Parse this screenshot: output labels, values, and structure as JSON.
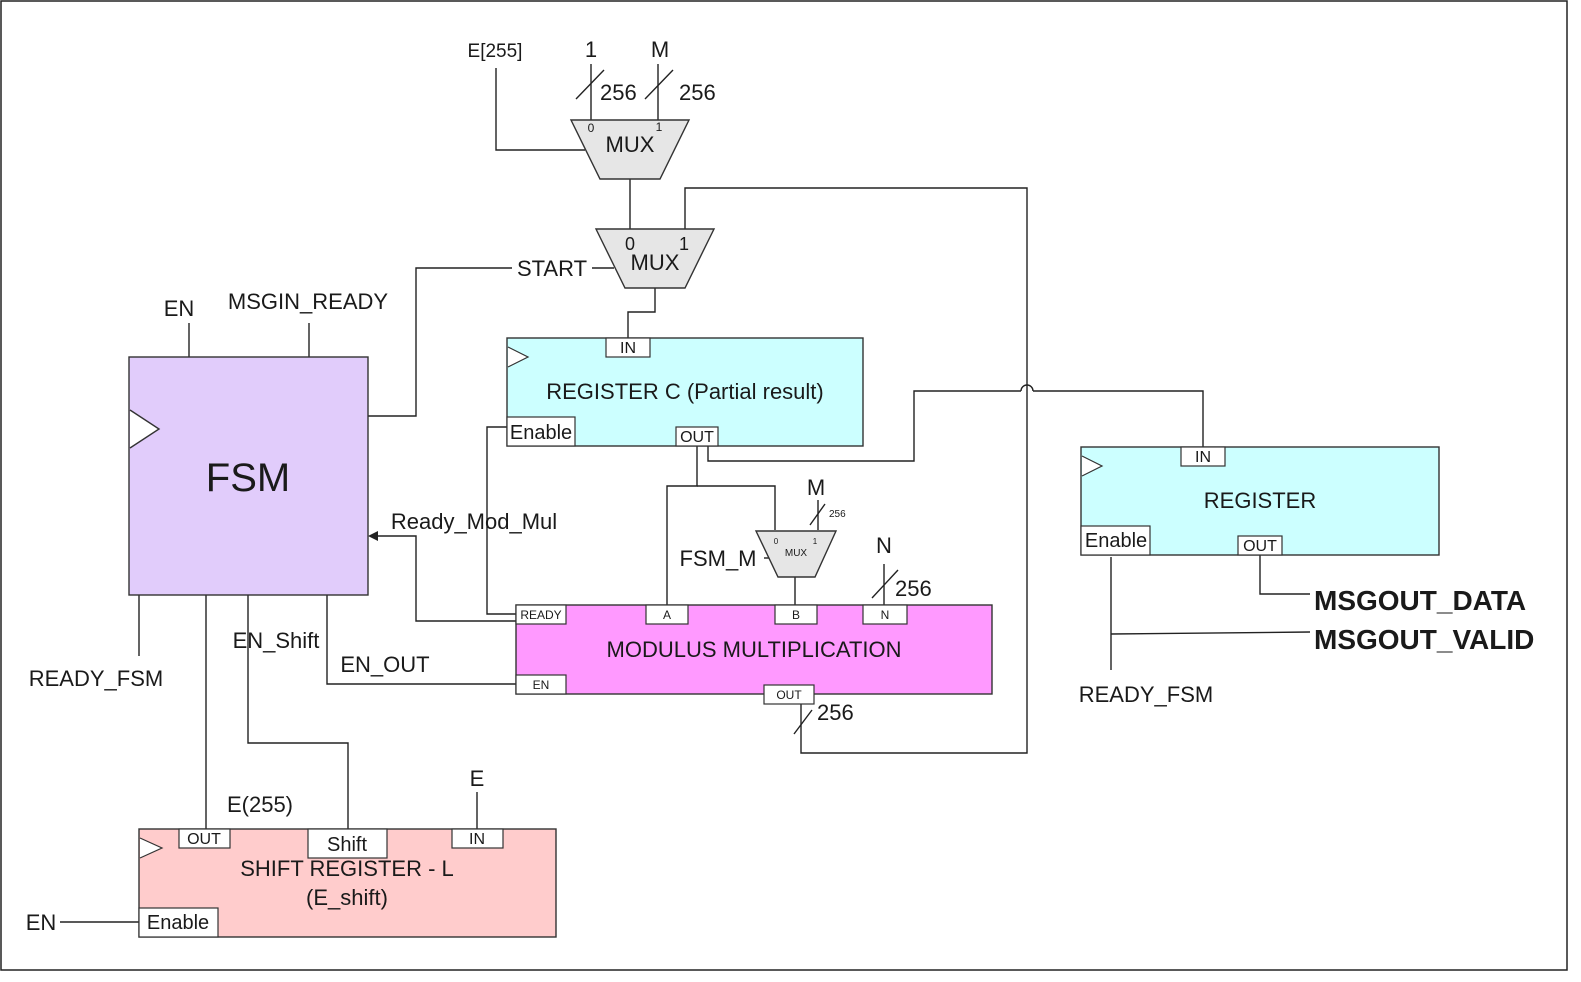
{
  "colors": {
    "fsm": "#e1ccfb",
    "register": "#ccffff",
    "modmul": "#ff99ff",
    "shift_register": "#ffcccc",
    "mux": "#e6e6e6"
  },
  "mux_top": {
    "label": "MUX",
    "port0": "0",
    "port1": "1",
    "inputs": {
      "e255": "E[255]",
      "one": "1",
      "m": "M",
      "width_one": "256",
      "width_m": "256"
    }
  },
  "mux_mid": {
    "label": "MUX",
    "port0": "0",
    "port1": "1",
    "sel": "START"
  },
  "fsm": {
    "label": "FSM",
    "en": "EN",
    "msgin_ready": "MSGIN_READY",
    "ready_fsm": "READY_FSM",
    "en_shift": "EN_Shift",
    "en_out": "EN_OUT",
    "ready_mod_mul": "Ready_Mod_Mul"
  },
  "register_c": {
    "title": "REGISTER C (Partial result)",
    "in": "IN",
    "out": "OUT",
    "enable": "Enable"
  },
  "mux_small": {
    "label": "MUX",
    "port0": "0",
    "port1": "1",
    "m": "M",
    "width": "256",
    "sel": "FSM_M"
  },
  "modmul": {
    "title": "MODULUS MULTIPLICATION",
    "ready": "READY",
    "a": "A",
    "b": "B",
    "n": "N",
    "en": "EN",
    "out": "OUT",
    "n_input": "N",
    "n_width": "256",
    "out_width": "256"
  },
  "register": {
    "title": "REGISTER",
    "in": "IN",
    "out": "OUT",
    "enable": "Enable",
    "msgout_data": "MSGOUT_DATA",
    "msgout_valid": "MSGOUT_VALID",
    "ready_fsm": "READY_FSM"
  },
  "shift_register": {
    "title_line1": "SHIFT REGISTER - L",
    "title_line2": "(E_shift)",
    "out": "OUT",
    "shift": "Shift",
    "in": "IN",
    "enable": "Enable",
    "e255": "E(255)",
    "e": "E",
    "en": "EN"
  }
}
